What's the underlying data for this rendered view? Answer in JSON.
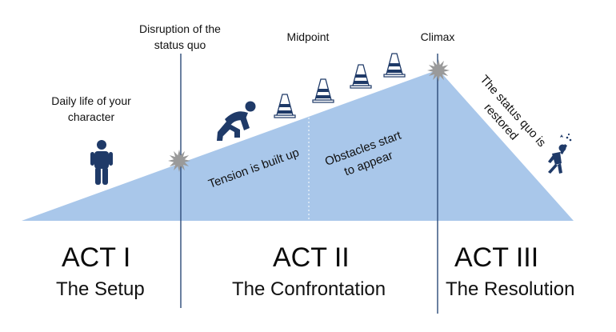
{
  "colors": {
    "triangle": "#a9c7ea",
    "figure": "#1f3a68",
    "divider": "#2c4a78",
    "starburst": "#9a9a9a",
    "cone": "#1f3a68"
  },
  "labels": {
    "daily_life": "Daily life of your character",
    "disruption": "Disruption of the status quo",
    "midpoint": "Midpoint",
    "climax": "Climax",
    "tension": "Tension is built up",
    "obstacles": "Obstacles start to appear",
    "restored": "The status quo is restored"
  },
  "acts": [
    {
      "title": "ACT I",
      "subtitle": "The Setup"
    },
    {
      "title": "ACT II",
      "subtitle": "The Confrontation"
    },
    {
      "title": "ACT III",
      "subtitle": "The Resolution"
    }
  ],
  "icons": {
    "standing_person": "standing-person-icon",
    "climbing_person": "climbing-person-icon",
    "cone": "traffic-cone-icon",
    "celebrating_person": "celebrating-person-icon",
    "starburst": "starburst-icon"
  }
}
